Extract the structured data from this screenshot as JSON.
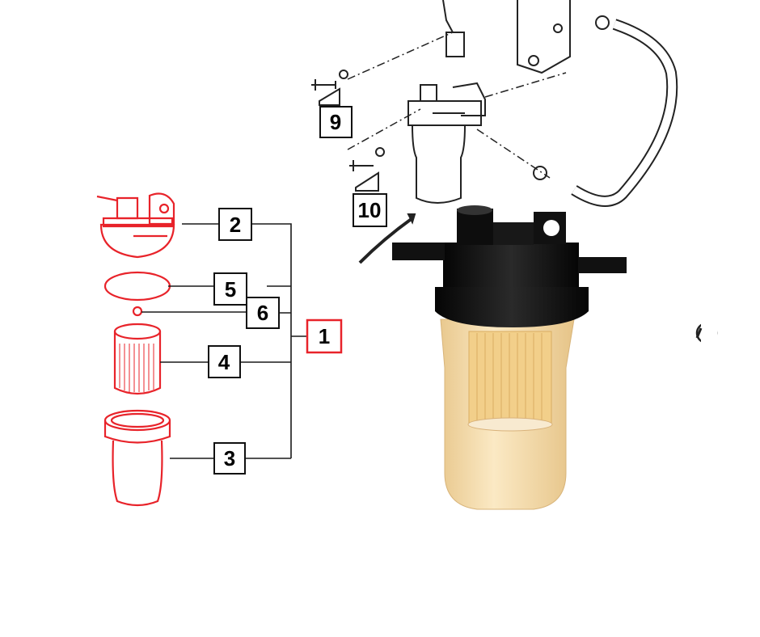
{
  "callouts": {
    "c1": "1",
    "c2": "2",
    "c3": "3",
    "c4": "4",
    "c5": "5",
    "c6": "6",
    "c9": "9",
    "c10": "10"
  },
  "colors": {
    "highlight": "#e8232a",
    "line": "#1a1a1a",
    "filter_cap": "#111111",
    "filter_bowl": "#f3d9a4"
  }
}
